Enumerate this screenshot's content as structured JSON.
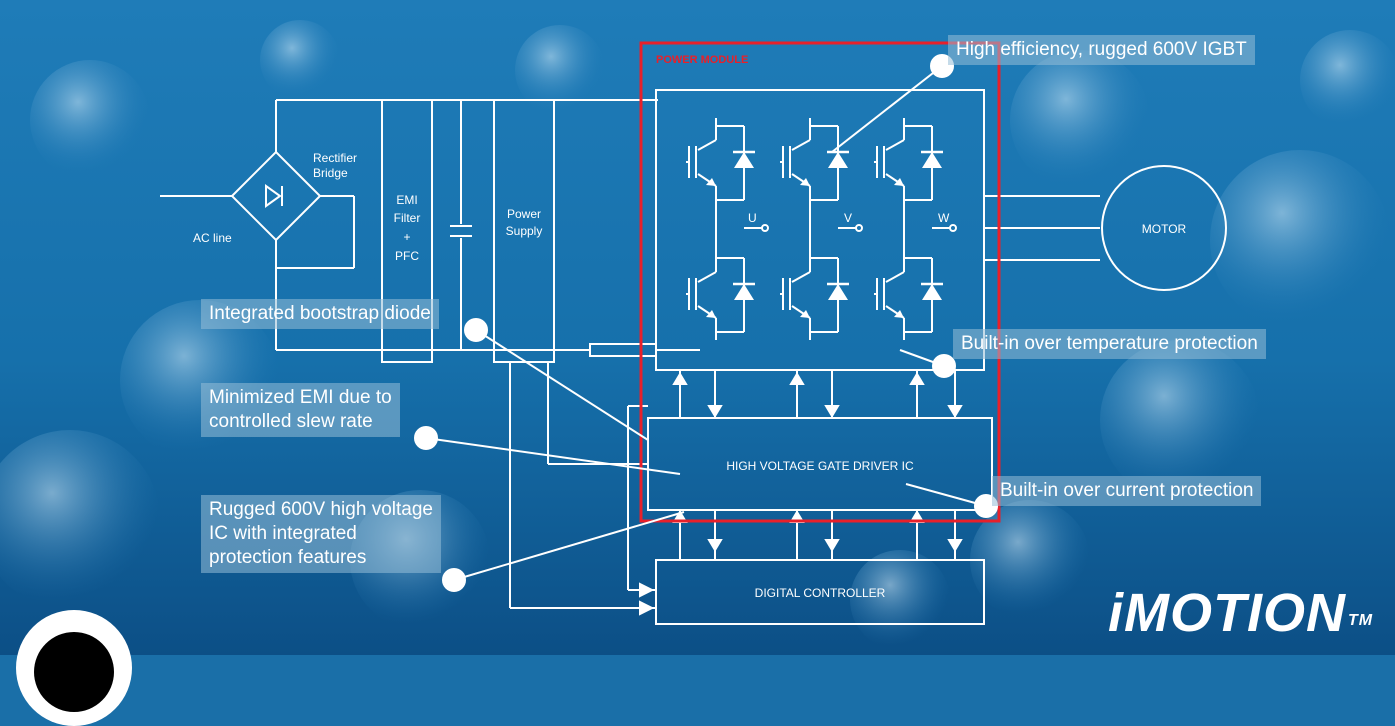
{
  "diagram": {
    "blocks": {
      "ac_line": "AC line",
      "rectifier": [
        "Rectifier",
        "Bridge"
      ],
      "emi_filter": [
        "EMI",
        "Filter",
        "+",
        "PFC"
      ],
      "power_supply": [
        "Power",
        "Supply"
      ],
      "power_module": "POWER MODULE",
      "phase_u": "U",
      "phase_v": "V",
      "phase_w": "W",
      "motor": "MOTOR",
      "gate_driver": "HIGH VOLTAGE GATE DRIVER IC",
      "digital_controller": "DIGITAL CONTROLLER"
    },
    "callouts": {
      "igbt": "High efficiency, rugged 600V IGBT",
      "bootstrap": "Integrated bootstrap diode",
      "over_temp": "Built-in over temperature protection",
      "emi_line1": "Minimized EMI due to",
      "emi_line2": "controlled slew rate",
      "over_current": "Built-in over current protection",
      "rugged_line1": "Rugged 600V high voltage",
      "rugged_line2": "IC with integrated",
      "rugged_line3": "protection features"
    },
    "logo": {
      "brand": "iMOTION",
      "tm": "TM"
    },
    "colors": {
      "background": "#1a6fa8",
      "module_border": "#e8202a",
      "line": "#ffffff"
    }
  }
}
